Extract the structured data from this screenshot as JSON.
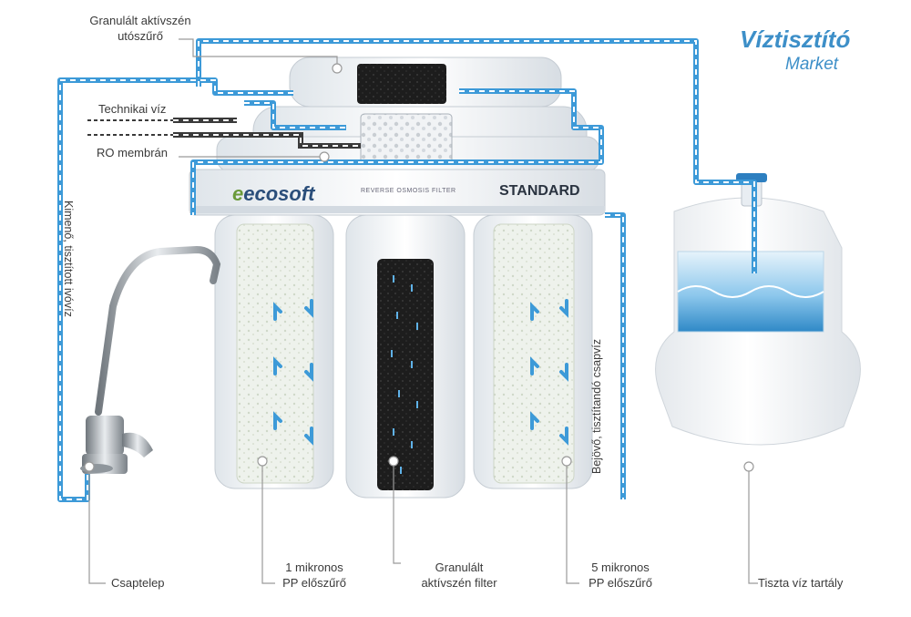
{
  "labels": {
    "post_carbon_line1": "Granulált aktívszén",
    "post_carbon_line2": "utószűrő",
    "technical_water": "Technikai víz",
    "ro_membrane": "RO membrán",
    "outlet_water": "Kimenő, tisztított ivóvíz",
    "inlet_water": "Bejövő, tisztítandó csapvíz",
    "faucet": "Csaptelep",
    "pp1_line1": "1 mikronos",
    "pp1_line2": "PP előszűrő",
    "carbon_line1": "Granulált",
    "carbon_line2": "aktívszén filter",
    "pp5_line1": "5 mikronos",
    "pp5_line2": "PP előszűrő",
    "tank": "Tiszta víz tartály"
  },
  "unit": {
    "brand": "ecosoft",
    "subtitle": "REVERSE OSMOSIS FILTER",
    "model": "STANDARD"
  },
  "logo": {
    "line1": "Víztisztító",
    "line2": "Market"
  },
  "colors": {
    "clean_line": "#3d9ad8",
    "waste_line": "#3a3a3a",
    "housing": "#eef1f4",
    "carbon": "#1e1e1e",
    "leader": "#9a9a9a"
  }
}
